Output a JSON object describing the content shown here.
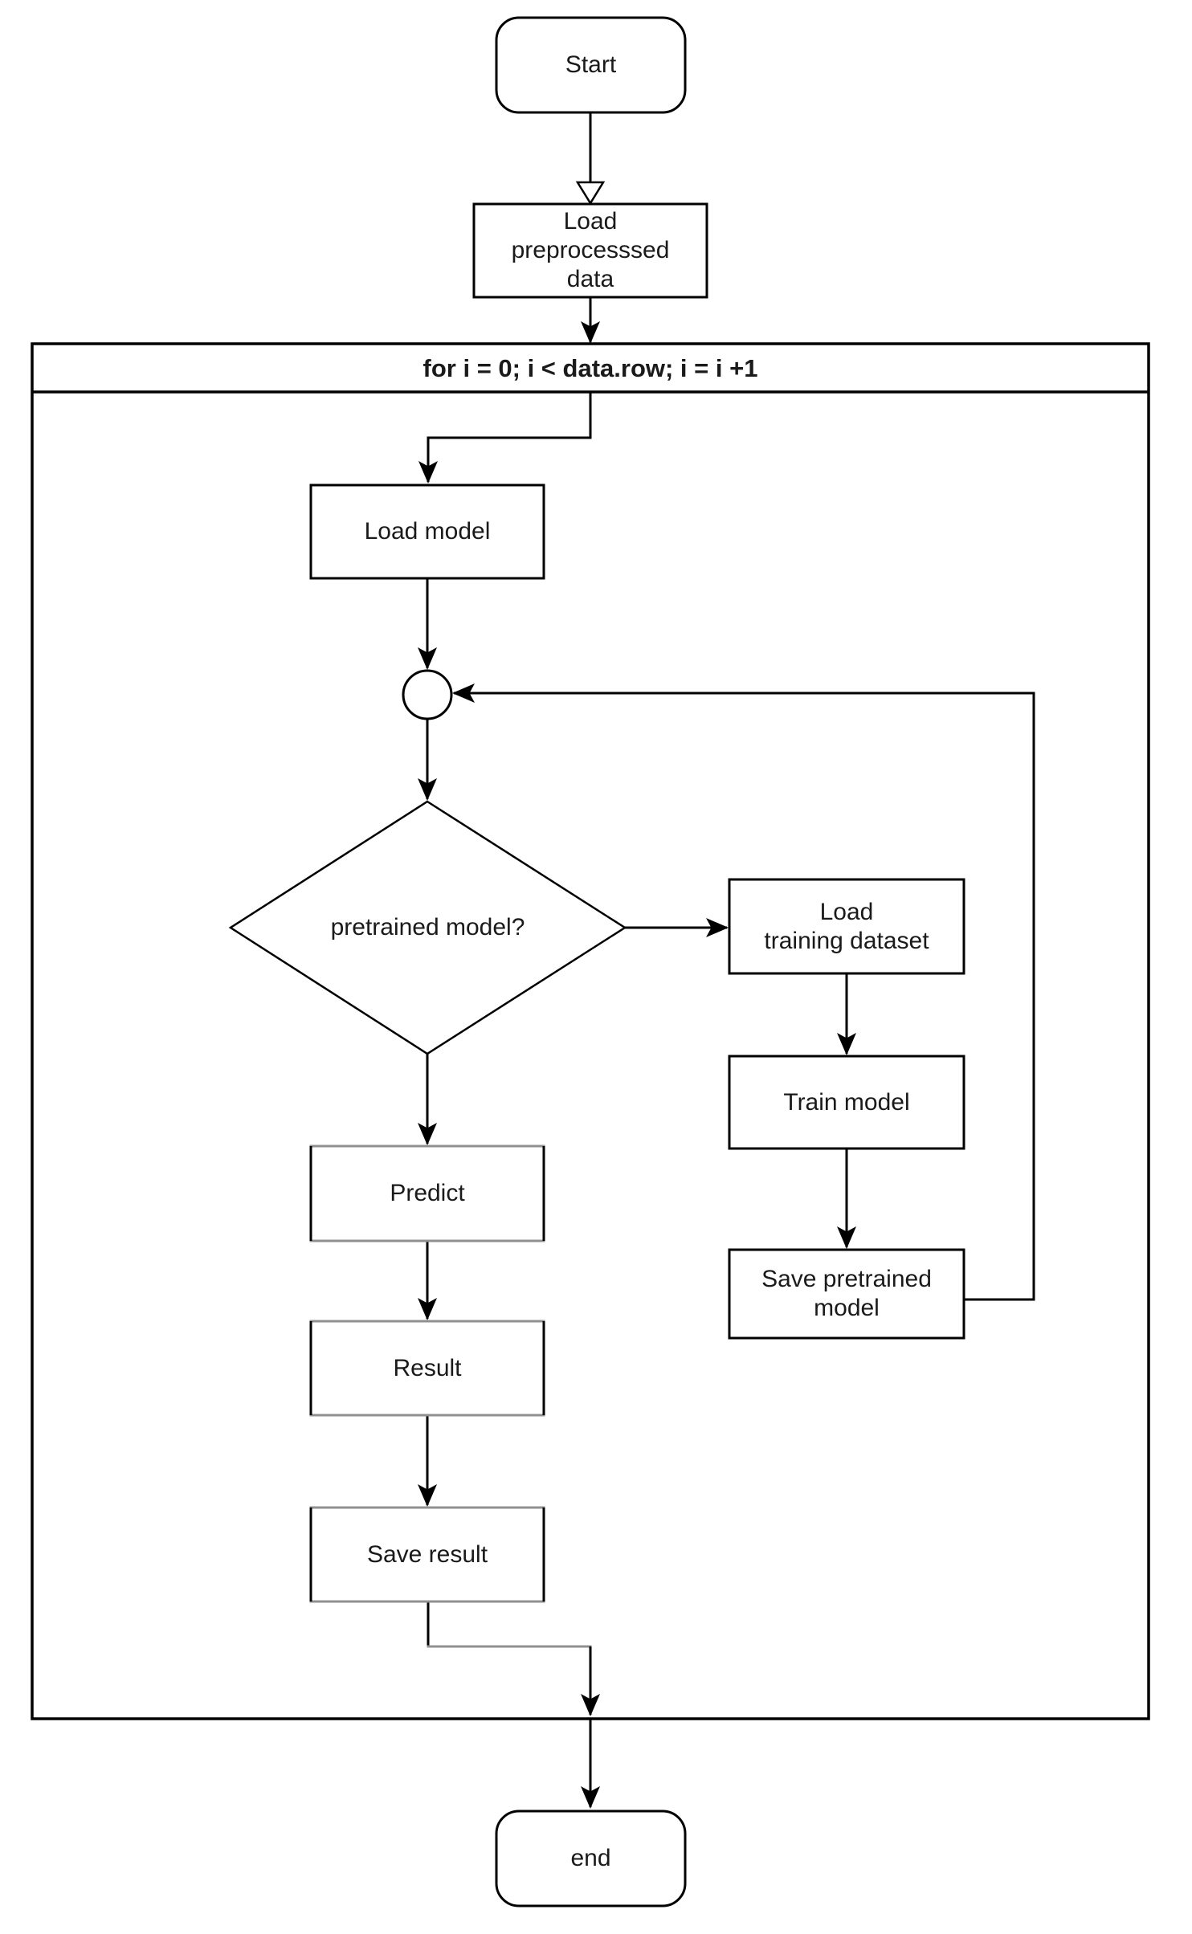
{
  "nodes": {
    "start": {
      "label": "Start",
      "shape": "rounded-rectangle"
    },
    "load_data": {
      "label": [
        "Load",
        "preprocesssed",
        "data"
      ],
      "shape": "rectangle"
    },
    "loop": {
      "label": "for i = 0; i < data.row; i = i +1",
      "shape": "loop-container"
    },
    "load_model": {
      "label": "Load model",
      "shape": "rectangle"
    },
    "junction": {
      "label": "",
      "shape": "circle"
    },
    "decision": {
      "label": "pretrained model?",
      "shape": "diamond"
    },
    "load_training": {
      "label": [
        "Load",
        "training dataset"
      ],
      "shape": "rectangle"
    },
    "train_model": {
      "label": "Train model",
      "shape": "rectangle"
    },
    "save_pretrained": {
      "label": [
        "Save pretrained",
        "model"
      ],
      "shape": "rectangle"
    },
    "predict": {
      "label": "Predict",
      "shape": "rectangle"
    },
    "result": {
      "label": "Result",
      "shape": "rectangle"
    },
    "save_result": {
      "label": "Save result",
      "shape": "rectangle"
    },
    "end": {
      "label": "end",
      "shape": "rounded-rectangle"
    }
  },
  "edges": [
    {
      "from": "start",
      "to": "load_data",
      "head": "open"
    },
    {
      "from": "load_data",
      "to": "loop",
      "head": "solid"
    },
    {
      "from": "loop",
      "to": "load_model",
      "head": "solid"
    },
    {
      "from": "load_model",
      "to": "junction",
      "head": "solid"
    },
    {
      "from": "junction",
      "to": "decision",
      "head": "solid"
    },
    {
      "from": "decision",
      "to": "load_training",
      "head": "solid"
    },
    {
      "from": "load_training",
      "to": "train_model",
      "head": "solid"
    },
    {
      "from": "train_model",
      "to": "save_pretrained",
      "head": "solid"
    },
    {
      "from": "save_pretrained",
      "to": "junction",
      "head": "solid"
    },
    {
      "from": "decision",
      "to": "predict",
      "head": "solid"
    },
    {
      "from": "predict",
      "to": "result",
      "head": "solid"
    },
    {
      "from": "result",
      "to": "save_result",
      "head": "solid"
    },
    {
      "from": "save_result",
      "to": "end",
      "head": "solid"
    }
  ],
  "colors": {
    "stroke": "#000000",
    "muted_stroke": "#909090",
    "text": "#1a1a1a",
    "background": "#ffffff"
  }
}
